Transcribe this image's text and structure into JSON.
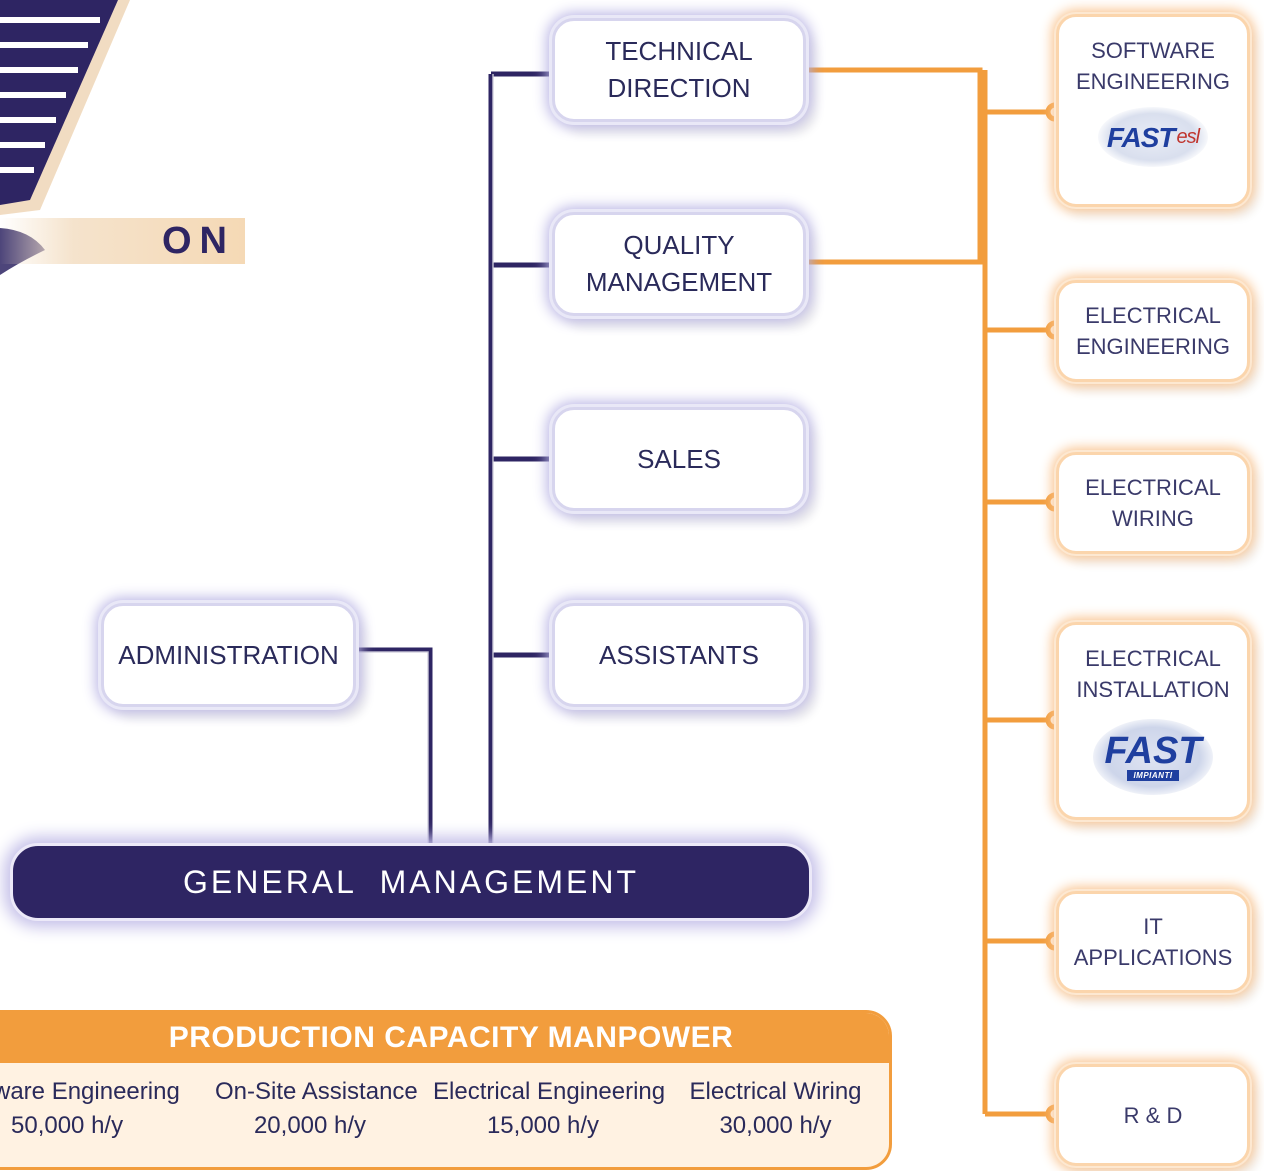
{
  "colors": {
    "navy": "#2e2563",
    "orange": "#f29d3d",
    "text": "#2a2a5a"
  },
  "emblem": {
    "text": "ON"
  },
  "org": {
    "general_management": "GENERAL  MANAGEMENT",
    "administration": "ADMINISTRATION",
    "technical_direction": "TECHNICAL\nDIRECTION",
    "quality_management": "QUALITY\nMANAGEMENT",
    "sales": "SALES",
    "assistants": "ASSISTANTS"
  },
  "departments": {
    "software_engineering": {
      "label": "SOFTWARE\nENGINEERING",
      "logo": "FAST",
      "logo_sub": "esl"
    },
    "electrical_engineering": {
      "label": "ELECTRICAL\nENGINEERING"
    },
    "electrical_wiring": {
      "label": "ELECTRICAL\nWIRING"
    },
    "electrical_installation": {
      "label": "ELECTRICAL\nINSTALLATION",
      "logo": "FAST",
      "logo_tag": "IMPIANTI"
    },
    "it_applications": {
      "label": "IT\nAPPLICATIONS"
    },
    "rd": {
      "label": "R & D"
    }
  },
  "capacity": {
    "title": "PRODUCTION CAPACITY MANPOWER",
    "items": [
      {
        "label": "ware Engineering",
        "value": "50,000 h/y"
      },
      {
        "label": "On-Site Assistance",
        "value": "20,000 h/y"
      },
      {
        "label": "Electrical Engineering",
        "value": "15,000 h/y"
      },
      {
        "label": "Electrical Wiring",
        "value": "30,000 h/y"
      }
    ]
  }
}
